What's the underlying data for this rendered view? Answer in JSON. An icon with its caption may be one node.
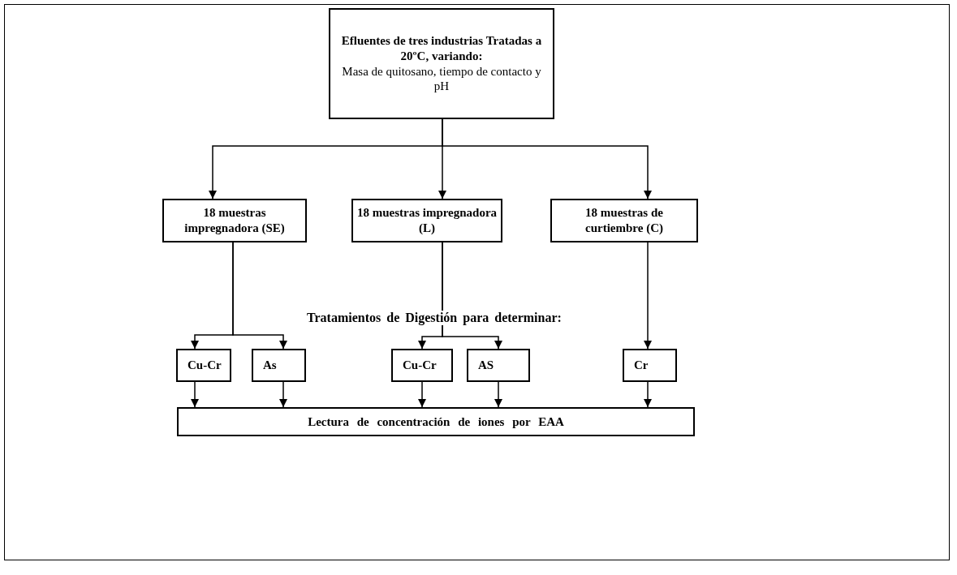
{
  "diagram": {
    "nodes": [
      {
        "text": [
          "Efluentes de tres industrias Tratadas a 20ºC, variando:",
          "Masa de quitosano, tiempo de contacto y pH"
        ]
      },
      {
        "text": [
          "18 muestras impregnadora (SE)"
        ]
      },
      {
        "text": [
          "18 muestras impregnadora (L)"
        ]
      },
      {
        "text": [
          "18 muestras de curtiembre (C)"
        ]
      },
      {
        "text": [
          "Cu-Cr"
        ]
      },
      {
        "text": [
          "As"
        ]
      },
      {
        "text": [
          "Cu-Cr"
        ]
      },
      {
        "text": [
          "AS"
        ]
      },
      {
        "text": [
          "Cr"
        ]
      },
      {
        "text": [
          "Lectura de concentración de iones por EAA"
        ]
      }
    ],
    "edges": [
      {
        "from": 0,
        "to": 1,
        "arrow": "to"
      },
      {
        "from": 0,
        "to": 2,
        "arrow": "to"
      },
      {
        "from": 0,
        "to": 3,
        "arrow": "to"
      },
      {
        "from": 1,
        "to": 4,
        "arrow": "to"
      },
      {
        "from": 1,
        "to": 5,
        "arrow": "to"
      },
      {
        "from": 2,
        "to": 6,
        "arrow": "to"
      },
      {
        "from": 2,
        "to": 7,
        "arrow": "to"
      },
      {
        "from": 3,
        "to": 8,
        "arrow": "to"
      },
      {
        "from": 4,
        "to": 9,
        "arrow": "to"
      },
      {
        "from": 5,
        "to": 9,
        "arrow": "to"
      },
      {
        "from": 6,
        "to": 9,
        "arrow": "to"
      },
      {
        "from": 7,
        "to": 9,
        "arrow": "to"
      },
      {
        "from": 8,
        "to": 9,
        "arrow": "to"
      }
    ],
    "labels": [
      "Tratamientos de Digestión para determinar:"
    ]
  }
}
